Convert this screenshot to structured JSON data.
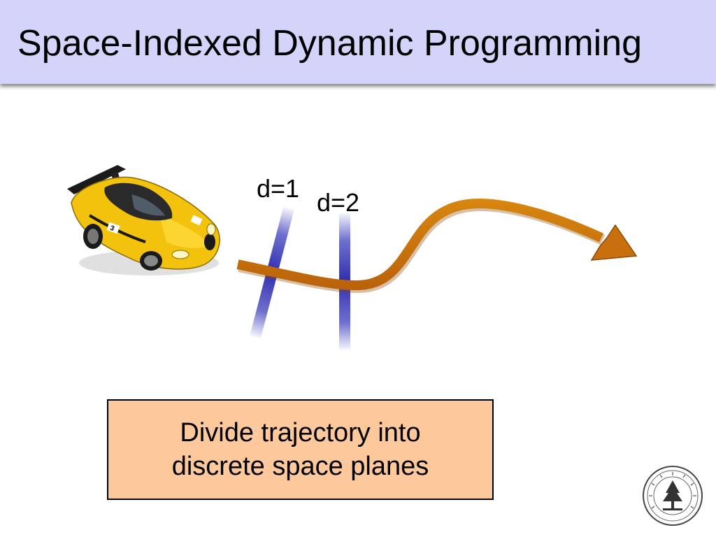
{
  "slide": {
    "title": "Space-Indexed Dynamic Programming"
  },
  "diagram": {
    "planes": [
      {
        "label": "d=1"
      },
      {
        "label": "d=2"
      }
    ],
    "colors": {
      "trajectory": "#c9700e",
      "plane": "#3f3fbf",
      "car_body": "#f2c20c",
      "header_background": "#d4d4fa",
      "caption_background": "#fdc99c"
    }
  },
  "caption": {
    "line1": "Divide trajectory into",
    "line2": "discrete space planes"
  },
  "icons": {
    "car": "race-car-icon",
    "seal": "university-seal-icon"
  }
}
